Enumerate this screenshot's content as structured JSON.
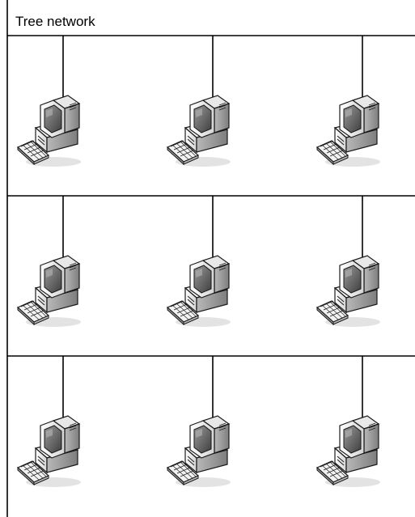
{
  "title": "Tree network",
  "rows": [
    {
      "computers": [
        "computer",
        "computer",
        "computer"
      ]
    },
    {
      "computers": [
        "computer",
        "computer",
        "computer"
      ]
    },
    {
      "computers": [
        "computer",
        "computer",
        "computer"
      ]
    }
  ],
  "icons": {
    "node": "desktop-computer-icon"
  },
  "colors": {
    "line": "#000000",
    "computer_light": "#f2f2f2",
    "computer_mid": "#cfcfcf",
    "computer_dark": "#8a8a8a",
    "screen": "#5a5a5a",
    "shadow": "#d9d9d9"
  }
}
